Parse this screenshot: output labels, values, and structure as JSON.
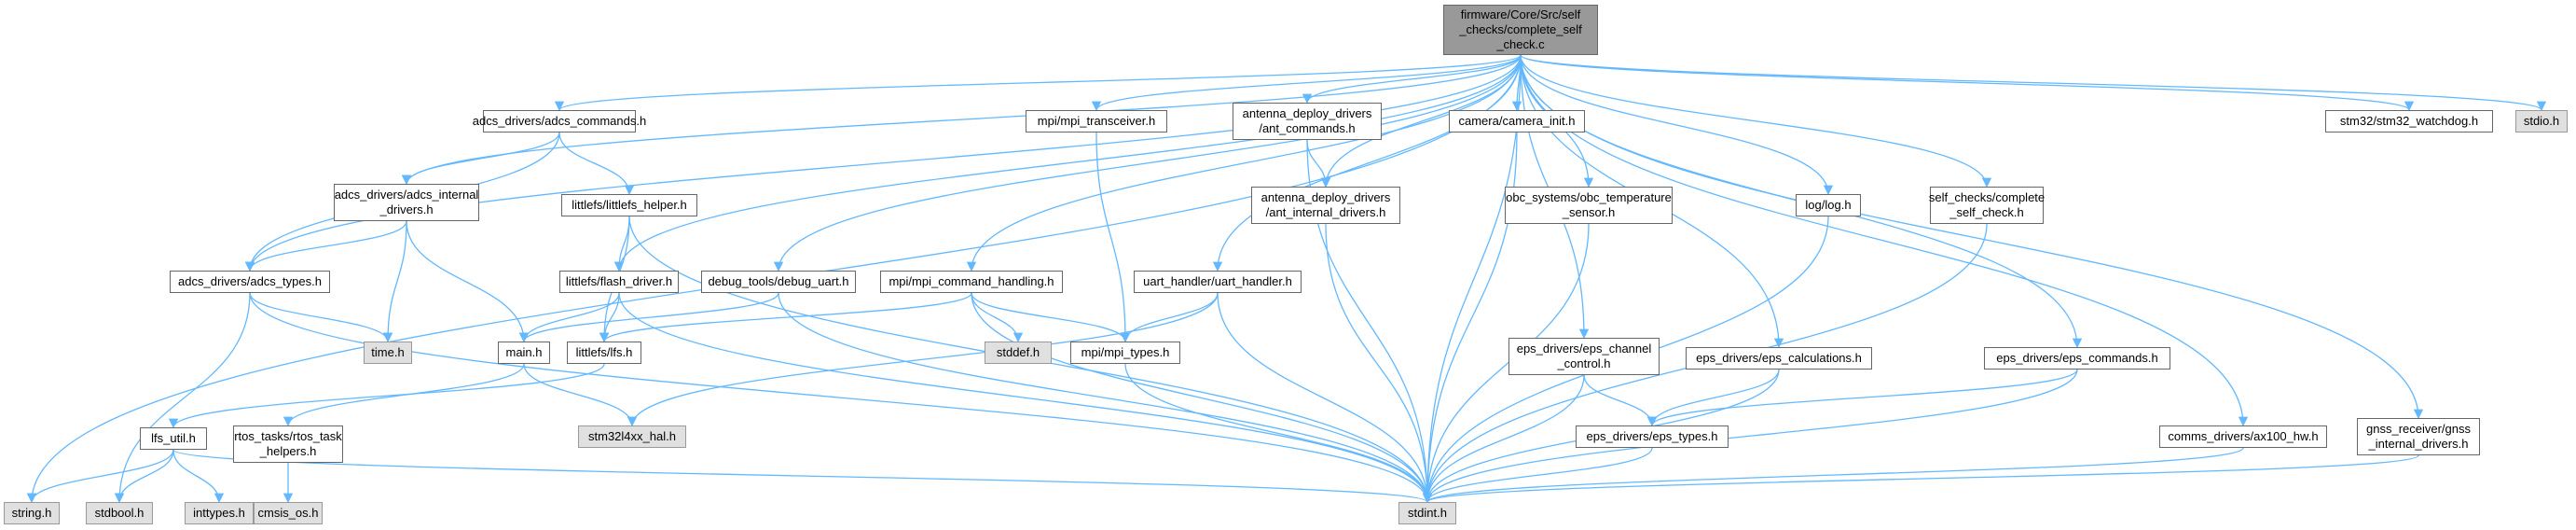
{
  "graph": {
    "root": "firmware/Core/Src/self_checks/complete_self_check.c",
    "colors": {
      "edge": "#63b8ff",
      "edge_dark": "#1f1f1f",
      "root_fill": "#999999",
      "system_fill": "#e0e0e0"
    },
    "nodes": {
      "root": "firmware/Core/Src/self\n_checks/complete_self\n_check.c",
      "adcs_commands": "adcs_drivers/adcs_commands.h",
      "adcs_internal": "adcs_drivers/adcs_internal\n_drivers.h",
      "adcs_types": "adcs_drivers/adcs_types.h",
      "littlefs_helper": "littlefs/littlefs_helper.h",
      "flash_driver": "littlefs/flash_driver.h",
      "lfs": "littlefs/lfs.h",
      "lfs_util": "lfs_util.h",
      "debug_uart": "debug_tools/debug_uart.h",
      "main": "main.h",
      "rtos_helpers": "rtos_tasks/rtos_task\n_helpers.h",
      "cmsis_os": "cmsis_os.h",
      "stm32l4xx_hal": "stm32l4xx_hal.h",
      "time": "time.h",
      "string": "string.h",
      "stdbool": "stdbool.h",
      "inttypes": "inttypes.h",
      "stdint": "stdint.h",
      "mpi_transceiver": "mpi/mpi_transceiver.h",
      "mpi_command": "mpi/mpi_command_handling.h",
      "mpi_types": "mpi/mpi_types.h",
      "stddef": "stddef.h",
      "ant_commands": "antenna_deploy_drivers\n/ant_commands.h",
      "ant_internal": "antenna_deploy_drivers\n/ant_internal_drivers.h",
      "uart_handler": "uart_handler/uart_handler.h",
      "camera_init": "camera/camera_init.h",
      "obc_temp": "obc_systems/obc_temperature\n_sensor.h",
      "eps_channel": "eps_drivers/eps_channel\n_control.h",
      "eps_types": "eps_drivers/eps_types.h",
      "eps_calculations": "eps_drivers/eps_calculations.h",
      "log": "log/log.h",
      "self_check_h": "self_checks/complete\n_self_check.h",
      "eps_commands": "eps_drivers/eps_commands.h",
      "ax100": "comms_drivers/ax100_hw.h",
      "gnss": "gnss_receiver/gnss\n_internal_drivers.h",
      "watchdog": "stm32/stm32_watchdog.h",
      "stdio": "stdio.h"
    },
    "edges": [
      [
        "root",
        "adcs_commands"
      ],
      [
        "root",
        "adcs_internal"
      ],
      [
        "root",
        "adcs_types"
      ],
      [
        "root",
        "string"
      ],
      [
        "root",
        "flash_driver"
      ],
      [
        "root",
        "debug_uart"
      ],
      [
        "root",
        "mpi_command"
      ],
      [
        "root",
        "mpi_transceiver"
      ],
      [
        "root",
        "ant_commands"
      ],
      [
        "root",
        "ant_internal"
      ],
      [
        "root",
        "uart_handler"
      ],
      [
        "root",
        "camera_init"
      ],
      [
        "root",
        "obc_temp"
      ],
      [
        "root",
        "eps_channel"
      ],
      [
        "root",
        "eps_calculations"
      ],
      [
        "root",
        "log"
      ],
      [
        "root",
        "self_check_h"
      ],
      [
        "root",
        "eps_commands"
      ],
      [
        "root",
        "stdint"
      ],
      [
        "root",
        "ax100"
      ],
      [
        "root",
        "gnss"
      ],
      [
        "root",
        "watchdog"
      ],
      [
        "root",
        "stdio"
      ],
      [
        "adcs_commands",
        "adcs_internal"
      ],
      [
        "adcs_commands",
        "adcs_types"
      ],
      [
        "adcs_commands",
        "littlefs_helper"
      ],
      [
        "adcs_internal",
        "adcs_types"
      ],
      [
        "adcs_internal",
        "time"
      ],
      [
        "adcs_internal",
        "main"
      ],
      [
        "adcs_types",
        "time"
      ],
      [
        "adcs_types",
        "stdbool"
      ],
      [
        "adcs_types",
        "stdint"
      ],
      [
        "littlefs_helper",
        "flash_driver"
      ],
      [
        "littlefs_helper",
        "lfs"
      ],
      [
        "littlefs_helper",
        "stdint"
      ],
      [
        "flash_driver",
        "main"
      ],
      [
        "flash_driver",
        "lfs"
      ],
      [
        "flash_driver",
        "stdint"
      ],
      [
        "debug_uart",
        "main"
      ],
      [
        "debug_uart",
        "stdint"
      ],
      [
        "lfs",
        "lfs_util"
      ],
      [
        "lfs_util",
        "string"
      ],
      [
        "lfs_util",
        "stdbool"
      ],
      [
        "lfs_util",
        "inttypes"
      ],
      [
        "lfs_util",
        "stdint"
      ],
      [
        "main",
        "stm32l4xx_hal"
      ],
      [
        "main",
        "rtos_helpers"
      ],
      [
        "rtos_helpers",
        "cmsis_os"
      ],
      [
        "mpi_command",
        "lfs"
      ],
      [
        "mpi_command",
        "stddef"
      ],
      [
        "mpi_command",
        "mpi_types"
      ],
      [
        "mpi_command",
        "stdint"
      ],
      [
        "mpi_transceiver",
        "mpi_types"
      ],
      [
        "mpi_types",
        "stdint"
      ],
      [
        "ant_commands",
        "ant_internal"
      ],
      [
        "ant_commands",
        "stdint"
      ],
      [
        "ant_internal",
        "stdint"
      ],
      [
        "uart_handler",
        "mpi_types"
      ],
      [
        "uart_handler",
        "stm32l4xx_hal"
      ],
      [
        "uart_handler",
        "stdint"
      ],
      [
        "camera_init",
        "stdint"
      ],
      [
        "obc_temp",
        "stdint"
      ],
      [
        "eps_channel",
        "eps_types"
      ],
      [
        "eps_channel",
        "stdint"
      ],
      [
        "eps_calculations",
        "eps_types"
      ],
      [
        "eps_calculations",
        "stdint"
      ],
      [
        "eps_commands",
        "eps_types"
      ],
      [
        "eps_commands",
        "stdint"
      ],
      [
        "eps_types",
        "stdint"
      ],
      [
        "log",
        "stdint"
      ],
      [
        "self_check_h",
        "stdint"
      ],
      [
        "ax100",
        "stdint"
      ],
      [
        "gnss",
        "stdint"
      ]
    ]
  }
}
